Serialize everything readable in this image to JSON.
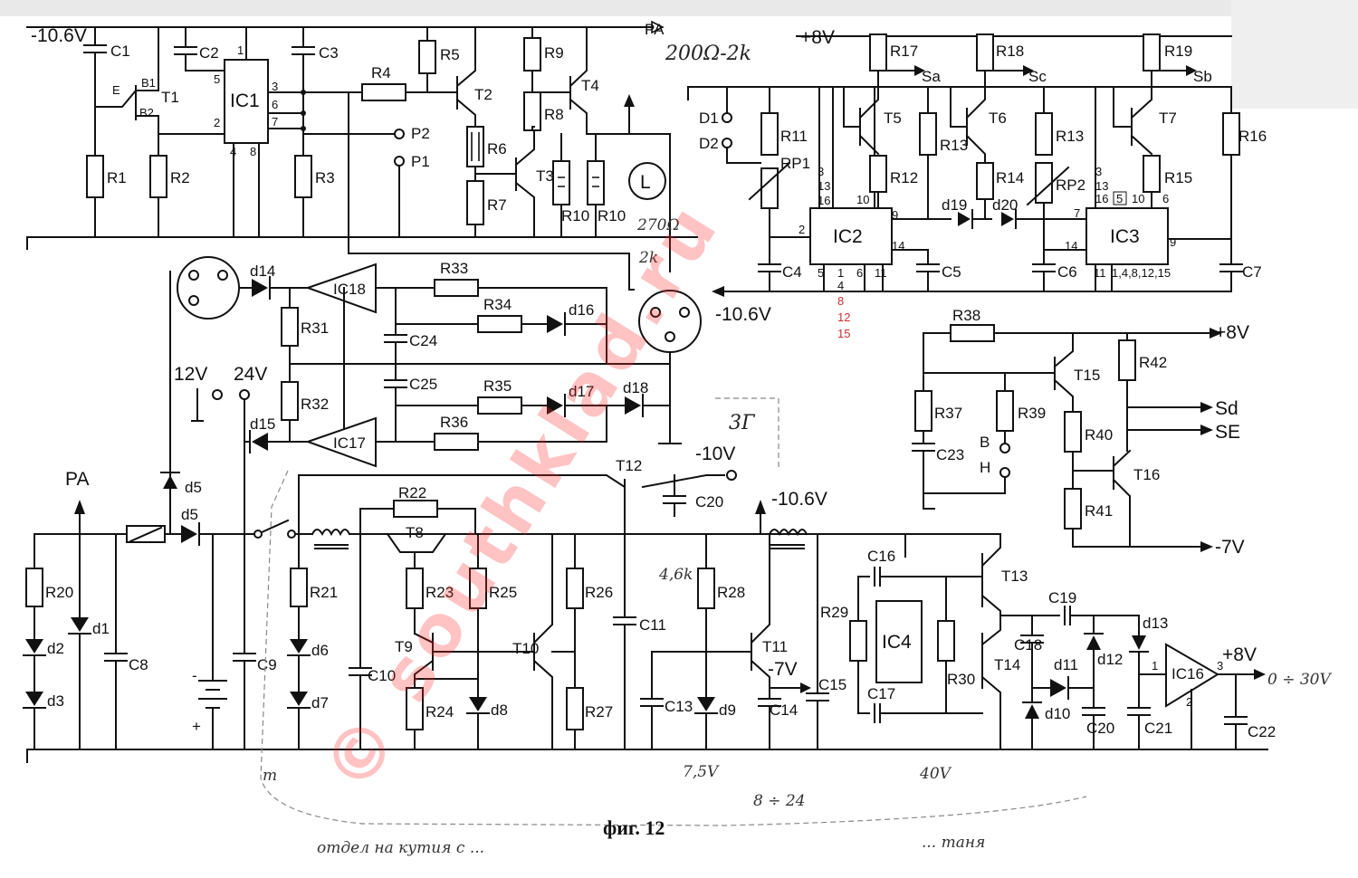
{
  "caption": "фиг. 12",
  "watermark": "© southklad.ru",
  "rails": {
    "neg_10_6_top": "-10.6V",
    "pos_8_top": "+8V",
    "pa_top": "PA",
    "neg_10_6_ic": "-10.6V",
    "neg_10_mid": "-10V",
    "neg_10_6_lower": "-10.6V",
    "neg_7_lower": "-7V",
    "pos_8_right": "+8V",
    "pos_8_out": "+8V",
    "neg_7_right": "-7V",
    "pa_left": "PA"
  },
  "handwritten": {
    "range": "200Ω-2k",
    "res_a": "270Ω",
    "res_b": "2k",
    "note_3g": "3Г",
    "volt_7_5": "7,5V",
    "note_4_6k": "4,6k",
    "note_8_24": "8 ÷ 24",
    "note_40v": "40V",
    "out_range": "0 ÷ 30V",
    "bottom_left": "отдел на кутия с ...",
    "bottom_right": "... таня"
  },
  "components": {
    "resistors": [
      "R1",
      "R2",
      "R3",
      "R4",
      "R5",
      "R6",
      "R7",
      "R8",
      "R9",
      "R10",
      "R10",
      "R11",
      "R12",
      "R13",
      "R13",
      "R14",
      "R15",
      "R16",
      "R17",
      "R18",
      "R19",
      "R20",
      "R21",
      "R22",
      "R23",
      "R24",
      "R25",
      "R26",
      "R27",
      "R28",
      "R29",
      "R30",
      "R31",
      "R32",
      "R33",
      "R34",
      "R35",
      "R36",
      "R37",
      "R38",
      "R39",
      "R40",
      "R41",
      "R42"
    ],
    "capacitors": [
      "C1",
      "C2",
      "C3",
      "C4",
      "C5",
      "C6",
      "C7",
      "C8",
      "C9",
      "C10",
      "C11",
      "C13",
      "C14",
      "C15",
      "C16",
      "C17",
      "C18",
      "C19",
      "C20",
      "C20",
      "C21",
      "C22",
      "C23",
      "C24",
      "C25"
    ],
    "transistors": [
      "T1",
      "T2",
      "T3",
      "T4",
      "T5",
      "T6",
      "T7",
      "T8",
      "T9",
      "T10",
      "T11",
      "T12",
      "T13",
      "T14",
      "T15",
      "T16"
    ],
    "ics": [
      "IC1",
      "IC2",
      "IC3",
      "IC4",
      "IC16",
      "IC17",
      "IC18"
    ],
    "diodes": [
      "d1",
      "d2",
      "d3",
      "d5",
      "d5",
      "d6",
      "d7",
      "d8",
      "d9",
      "d10",
      "d11",
      "d12",
      "d13",
      "d14",
      "d15",
      "d16",
      "d17",
      "d18",
      "d19",
      "d20"
    ],
    "pots": [
      "RP1",
      "RP2"
    ],
    "terminals": [
      "P1",
      "P2",
      "D1",
      "D2",
      "L",
      "B",
      "H"
    ]
  },
  "signals": [
    "Sa",
    "Sb",
    "Sc",
    "Sd",
    "SE"
  ],
  "pins": {
    "ic1": [
      "1",
      "2",
      "3",
      "4",
      "5",
      "6",
      "7",
      "8"
    ],
    "ic2": [
      "3",
      "13",
      "16",
      "2",
      "5",
      "1",
      "4",
      "8",
      "12",
      "15",
      "6",
      "11",
      "10",
      "9",
      "14"
    ],
    "ic3": [
      "3",
      "13",
      "16",
      "5",
      "10",
      "6",
      "7",
      "14",
      "9",
      "11",
      "1,4,8,12,15"
    ],
    "t1": [
      "E",
      "B1",
      "B2"
    ],
    "ic16": [
      "1",
      "2",
      "3"
    ]
  },
  "switch_labels": [
    "12V",
    "24V"
  ],
  "battery": [
    "-",
    "+"
  ]
}
